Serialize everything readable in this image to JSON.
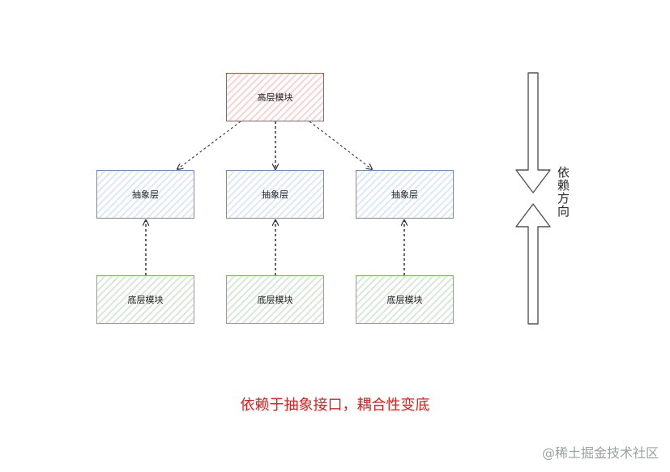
{
  "diagram": {
    "high_module": "高层模块",
    "abstraction_layers": [
      "抽象层",
      "抽象层",
      "抽象层"
    ],
    "low_modules": [
      "底层模块",
      "底层模块",
      "底层模块"
    ],
    "direction_label": "依赖方向",
    "caption": "依赖于抽象接口，耦合性变底"
  },
  "watermark": "@稀土掘金技术社区",
  "colors": {
    "high_module_border": "#b85450",
    "abstraction_border": "#6c8ebf",
    "low_module_border": "#82b366",
    "caption": "#e02020"
  }
}
